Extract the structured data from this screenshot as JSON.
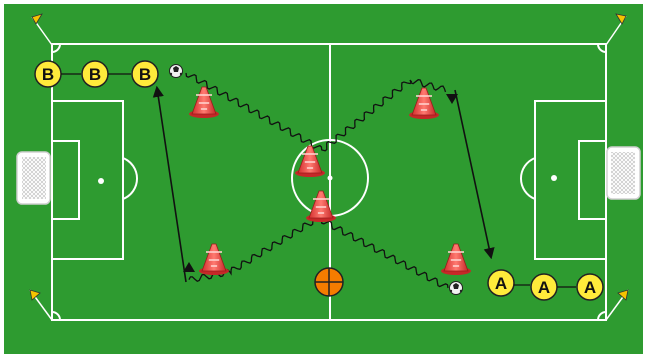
{
  "diagram": {
    "colors": {
      "grass": "#2d9a2f",
      "lines": "#ffffff",
      "player_fill": "#ffeb3b",
      "player_stroke": "#222222",
      "cone": "#e53935",
      "coach_ball": "#f57c00",
      "arrow": "#111111"
    },
    "team_b": {
      "label": "B",
      "count": 3
    },
    "team_a": {
      "label": "A",
      "count": 3
    },
    "icons": [
      "soccer-ball-icon",
      "training-cone-icon",
      "corner-flag-icon",
      "goal-net-icon",
      "basketball-style-ball-icon"
    ]
  }
}
